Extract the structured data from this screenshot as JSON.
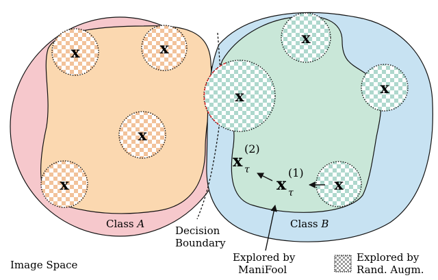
{
  "colors": {
    "class_a_outer": "#f6c8cc",
    "class_a_inner": "#fbd8b0",
    "class_b_outer": "#c7e2f2",
    "class_b_inner": "#c9e7d8",
    "checker_a": "#f2c29a",
    "checker_b": "#aed8cd",
    "outline": "#111111",
    "boundary": "#111111",
    "red_dash": "#e02020"
  },
  "labels": {
    "x": "x",
    "class_a_prefix": "Class ",
    "class_a_letter": "A",
    "class_b_prefix": "Class ",
    "class_b_letter": "B",
    "decision_boundary_line1": "Decision",
    "decision_boundary_line2": "Boundary",
    "image_space": "Image Space",
    "manifool_line1": "Explored by",
    "manifool_line2": "ManiFool",
    "legend_line1": "Explored by",
    "legend_line2": "Rand. Augm.",
    "xtau_sub": "τ",
    "xtau1_sup": "(1)",
    "xtau2_sup": "(2)"
  }
}
